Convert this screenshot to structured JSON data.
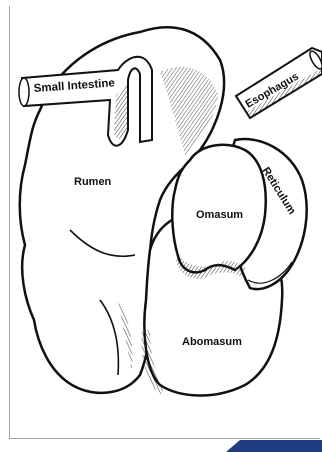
{
  "diagram": {
    "labels": {
      "small_intestine": "Small Intestine",
      "esophagus": "Esophagus",
      "rumen": "Rumen",
      "reticulum": "Reticulum",
      "omasum": "Omasum",
      "abomasum": "Abomasum"
    },
    "colors": {
      "outline": "#111111",
      "fill": "#ffffff",
      "shading": "#222222",
      "frame": "#9aa6b2",
      "accent": "#1d3f82"
    }
  }
}
